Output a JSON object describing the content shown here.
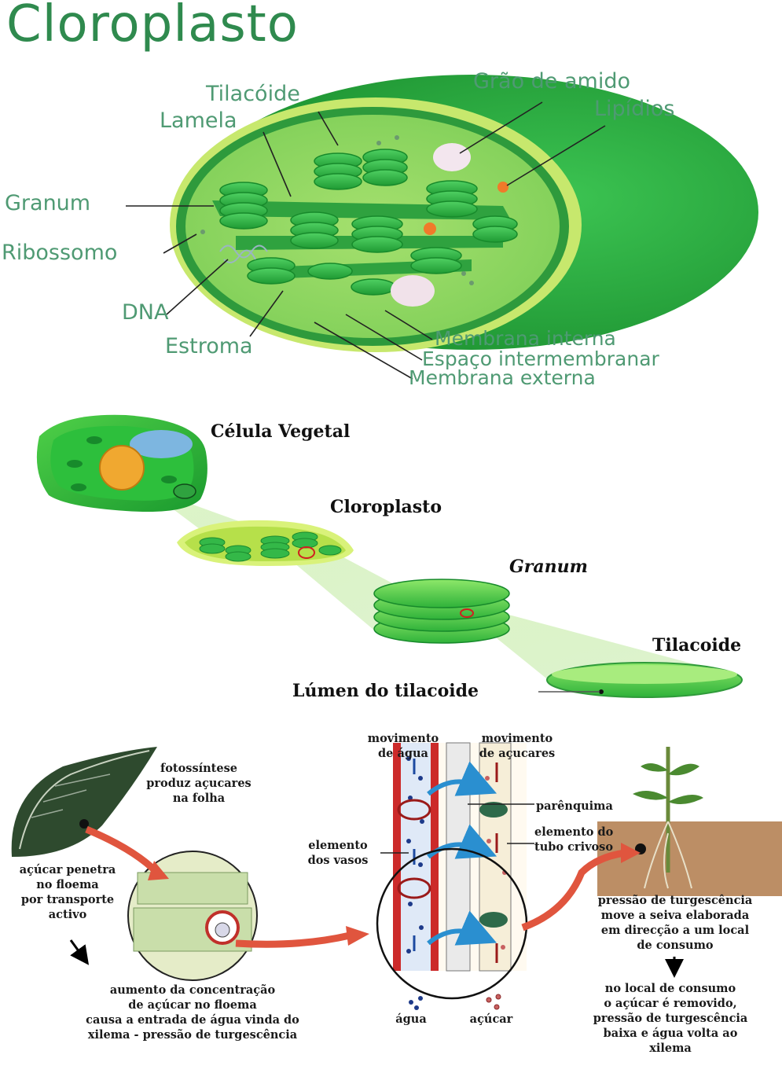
{
  "chloroplast_diagram": {
    "title": "Cloroplasto",
    "labels": {
      "tilacoide": "Tilacóide",
      "lamela": "Lamela",
      "granum": "Granum",
      "ribossomo": "Ribossomo",
      "dna": "DNA",
      "estroma": "Estroma",
      "grao_amido": "Grão de amido",
      "lipidios": "Lipídios",
      "membrana_interna": "Membrana interna",
      "espaco_intermembranar": "Espaço intermembranar",
      "membrana_externa": "Membrana externa"
    }
  },
  "hierarchy_diagram": {
    "celula": "Célula Vegetal",
    "cloroplasto": "Cloroplasto",
    "granum": "Granum",
    "tilacoide": "Tilacoide",
    "lumen": "Lúmen do tilacoide"
  },
  "phloem_diagram": {
    "fotossintese": [
      "fotossíntese",
      "produz açucares",
      "na folha"
    ],
    "acucar_penetra": [
      "açúcar penetra",
      "no floema",
      "por transporte",
      "activo"
    ],
    "aumento": [
      "aumento da concentração",
      "de açúcar no floema",
      "causa a entrada de água vinda do",
      "xilema - pressão de turgescência"
    ],
    "movimento_agua": [
      "movimento",
      "de água"
    ],
    "movimento_acucares": [
      "movimento",
      "de açucares"
    ],
    "parenquima": "parênquima",
    "elemento_vasos": [
      "elemento",
      "dos vasos"
    ],
    "elemento_tubo": [
      "elemento do",
      "tubo crivoso"
    ],
    "agua": "água",
    "acucar": "açúcar",
    "pressao": [
      "pressão de turgescência",
      "move a seiva elaborada",
      "em direcção a um local",
      "de consumo"
    ],
    "local_consumo": [
      "no local de consumo",
      "o açúcar é removido,",
      "pressão de turgescência",
      "baixa e água volta ao",
      "xilema"
    ]
  },
  "colors": {
    "green_dark": "#1e8a2e",
    "green_mid": "#3cb44a",
    "green_light": "#8fd36b",
    "label_green": "#4f9a73",
    "red_arrow": "#e0553e",
    "blue_arrow": "#2a8fd0"
  }
}
